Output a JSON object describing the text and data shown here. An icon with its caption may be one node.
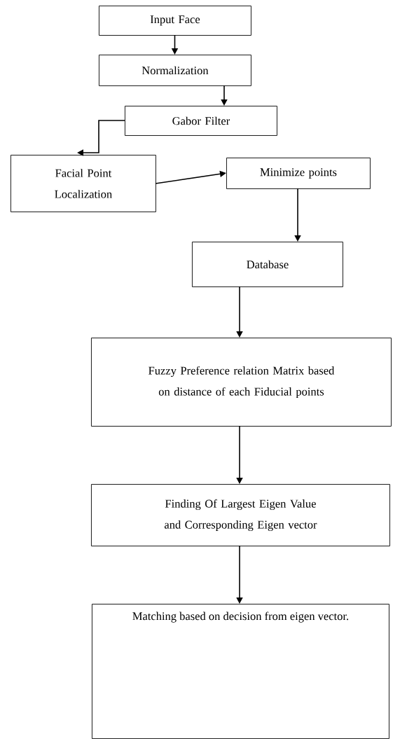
{
  "diagram": {
    "nodes": [
      {
        "text": [
          "Input Face"
        ]
      },
      {
        "text": [
          "Normalization"
        ]
      },
      {
        "text": [
          "Gabor Filter"
        ]
      },
      {
        "text": [
          "Facial Point Localization"
        ]
      },
      {
        "text": [
          "Minimize points"
        ]
      },
      {
        "text": [
          "Database"
        ]
      },
      {
        "text": [
          "Fuzzy Preference relation Matrix based on distance of each Fiducial points"
        ]
      },
      {
        "text": [
          "Finding Of Largest Eigen Value and Corresponding Eigen vector"
        ]
      },
      {
        "text": [
          "Matching based on decision from eigen vector."
        ]
      }
    ],
    "edges": [
      {
        "from": 0,
        "to": 1,
        "arrow": "to"
      },
      {
        "from": 1,
        "to": 2,
        "arrow": "to"
      },
      {
        "from": 2,
        "to": 3,
        "arrow": "to"
      },
      {
        "from": 3,
        "to": 4,
        "arrow": "to"
      },
      {
        "from": 4,
        "to": 5,
        "arrow": "to"
      },
      {
        "from": 5,
        "to": 6,
        "arrow": "to"
      },
      {
        "from": 6,
        "to": 7,
        "arrow": "to"
      },
      {
        "from": 7,
        "to": 8,
        "arrow": "to"
      }
    ]
  }
}
